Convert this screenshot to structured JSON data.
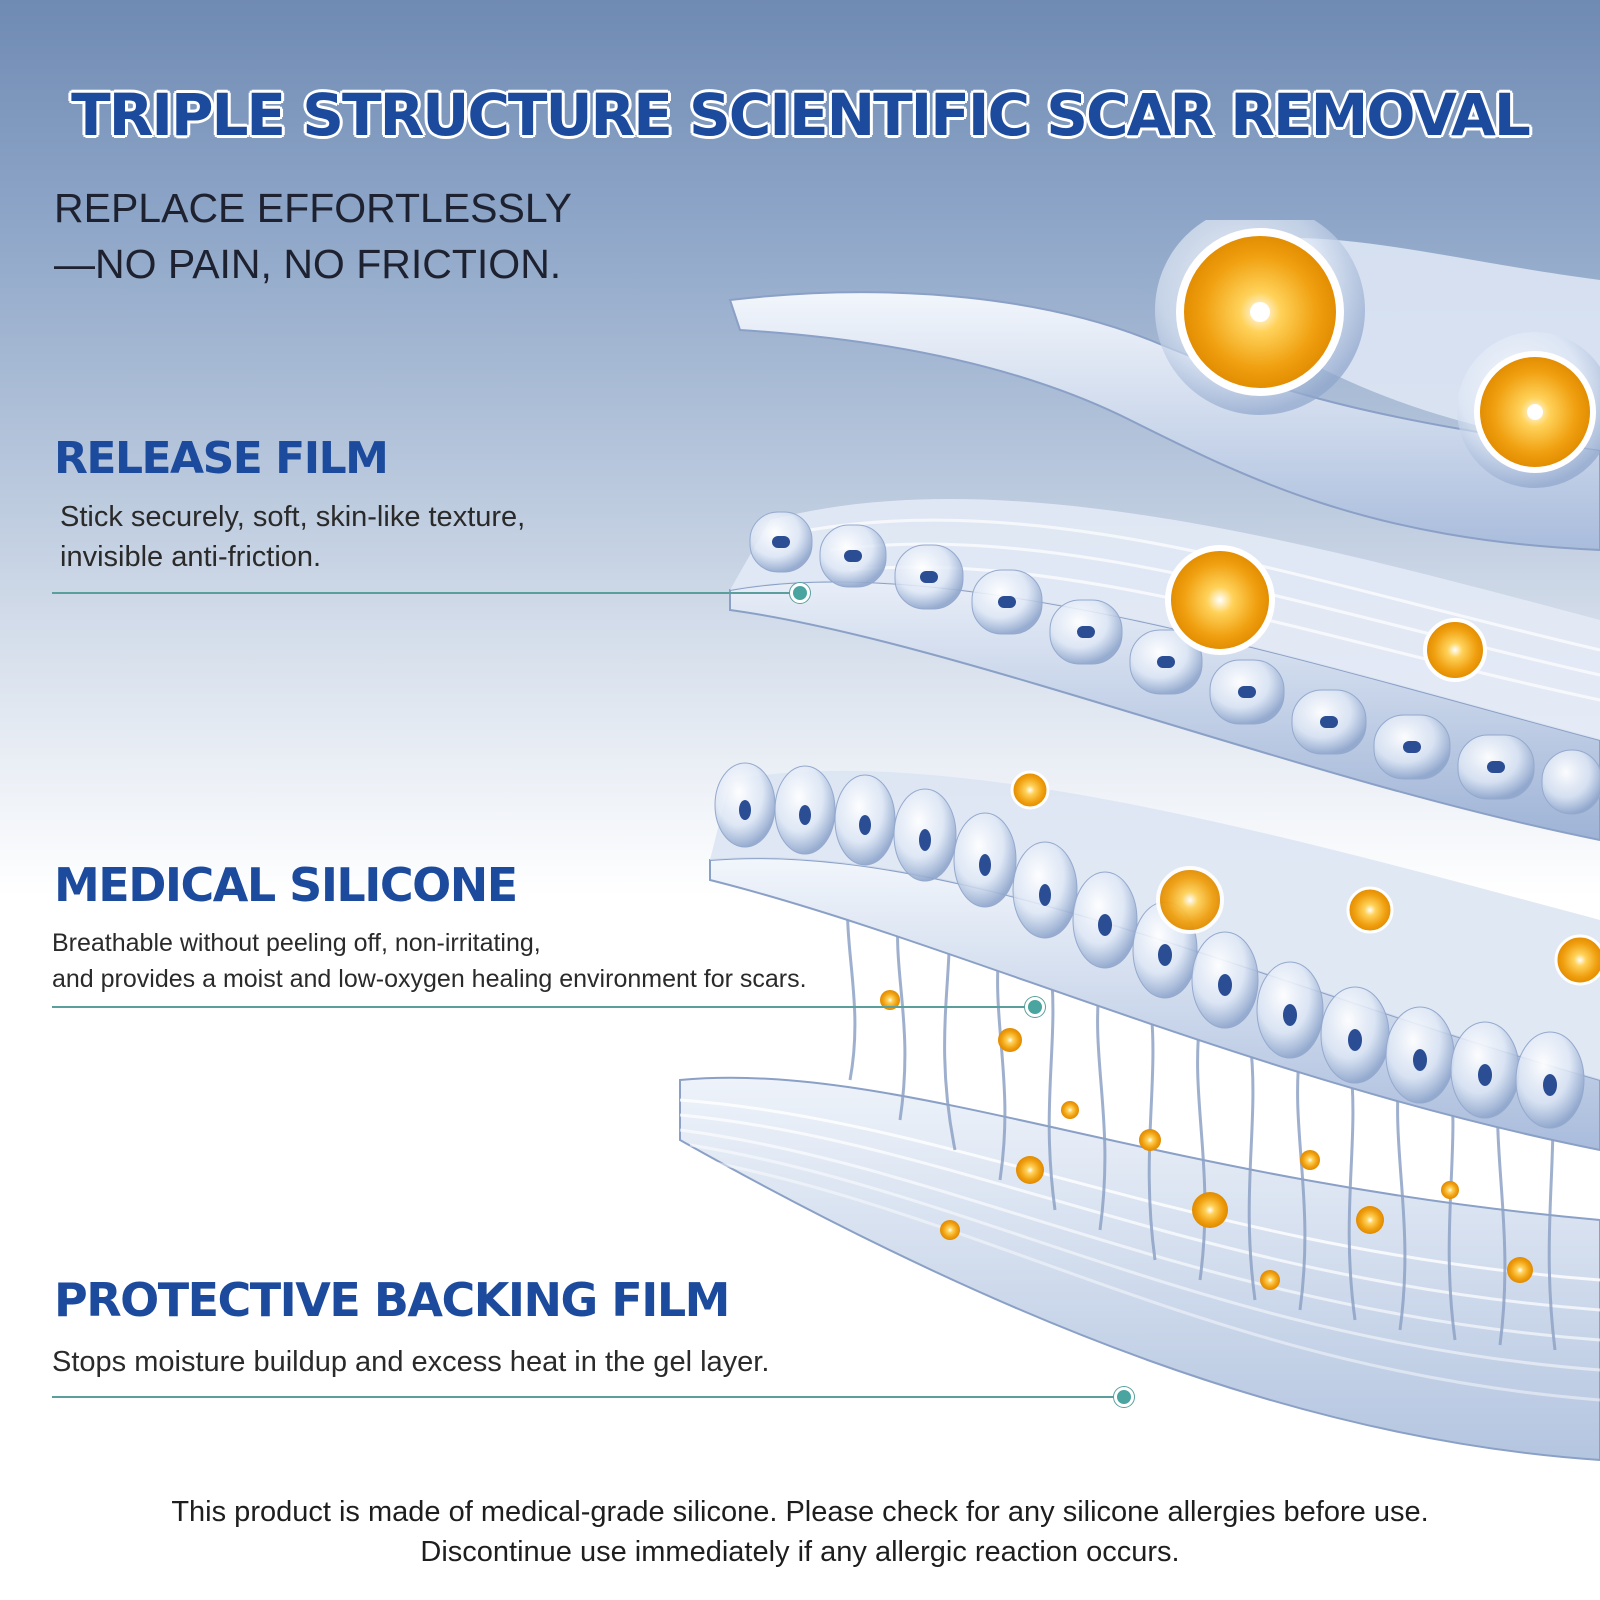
{
  "headline": "TRIPLE STRUCTURE SCIENTIFIC SCAR REMOVAL",
  "tagline": {
    "line1": "REPLACE EFFORTLESSLY",
    "line2": "—NO PAIN, NO FRICTION."
  },
  "features": [
    {
      "title": "RELEASE FILM",
      "desc_line1": "Stick securely, soft, skin-like texture,",
      "desc_line2": "invisible anti-friction."
    },
    {
      "title": "MEDICAL SILICONE",
      "desc_line1": "Breathable without peeling off, non-irritating,",
      "desc_line2": "and provides a moist and low-oxygen healing environment for scars."
    },
    {
      "title": "PROTECTIVE BACKING FILM",
      "desc_line1": "Stops moisture buildup and excess heat in the gel layer."
    }
  ],
  "disclaimer": {
    "line1": "This product is made of medical-grade silicone. Please check for any silicone allergies before use.",
    "line2": "Discontinue use immediately if any allergic reaction occurs."
  },
  "colors": {
    "title_blue": "#1c4a9c",
    "leader_teal": "#5a9f9c",
    "orb_orange": "#f3a51c"
  }
}
